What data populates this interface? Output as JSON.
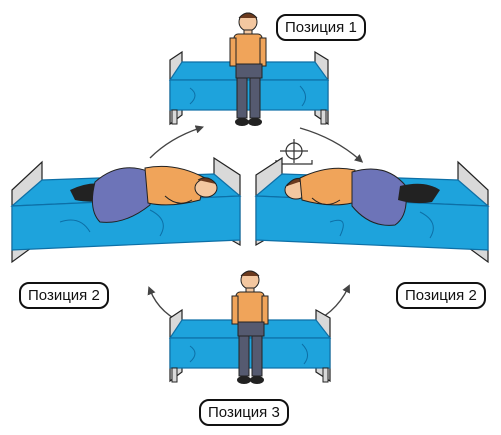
{
  "positions": {
    "top": "Позиция 1",
    "left": "Позиция 2",
    "right": "Позиция 2",
    "bottom": "Позиция 3"
  },
  "colors": {
    "mattress": "#1ea3dc",
    "mattress_dark": "#0d6fa6",
    "frame": "#d9d9d9",
    "shirt": "#f0a45a",
    "trousers": "#6d74b8",
    "skin": "#f3c7a0",
    "hair": "#6b3a1e"
  },
  "icons": [
    "rotation-arrow-icon",
    "rotation-center-icon"
  ]
}
